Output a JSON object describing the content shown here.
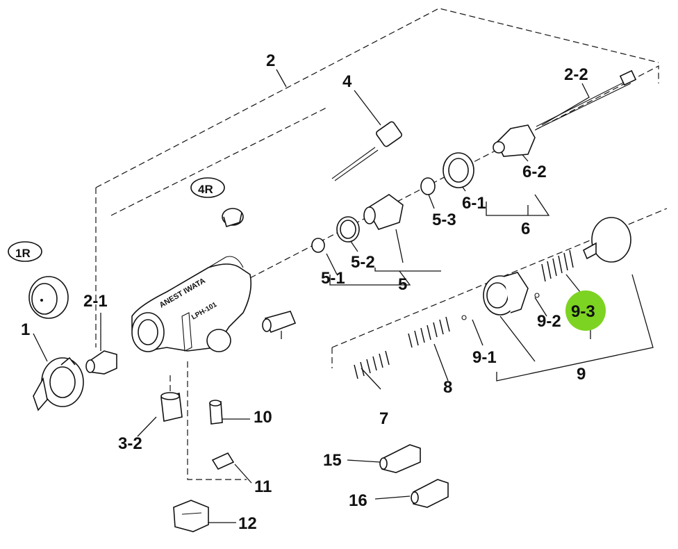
{
  "labels": {
    "p1": "1",
    "p1r": "1R",
    "p2": "2",
    "p2_1": "2-1",
    "p2_2": "2-2",
    "p3_2": "3-2",
    "p4": "4",
    "p4r": "4R",
    "p5": "5",
    "p5_1": "5-1",
    "p5_2": "5-2",
    "p5_3": "5-3",
    "p6": "6",
    "p6_1": "6-1",
    "p6_2": "6-2",
    "p7": "7",
    "p8": "8",
    "p9": "9",
    "p9_1": "9-1",
    "p9_2": "9-2",
    "p9_3": "9-3",
    "p10": "10",
    "p11": "11",
    "p12": "12",
    "p15": "15",
    "p16": "16"
  },
  "body_marking": {
    "brand": "ANEST IWATA",
    "model": "LPH-101"
  },
  "colors": {
    "highlight": "#7dd321",
    "ink": "#111111"
  }
}
